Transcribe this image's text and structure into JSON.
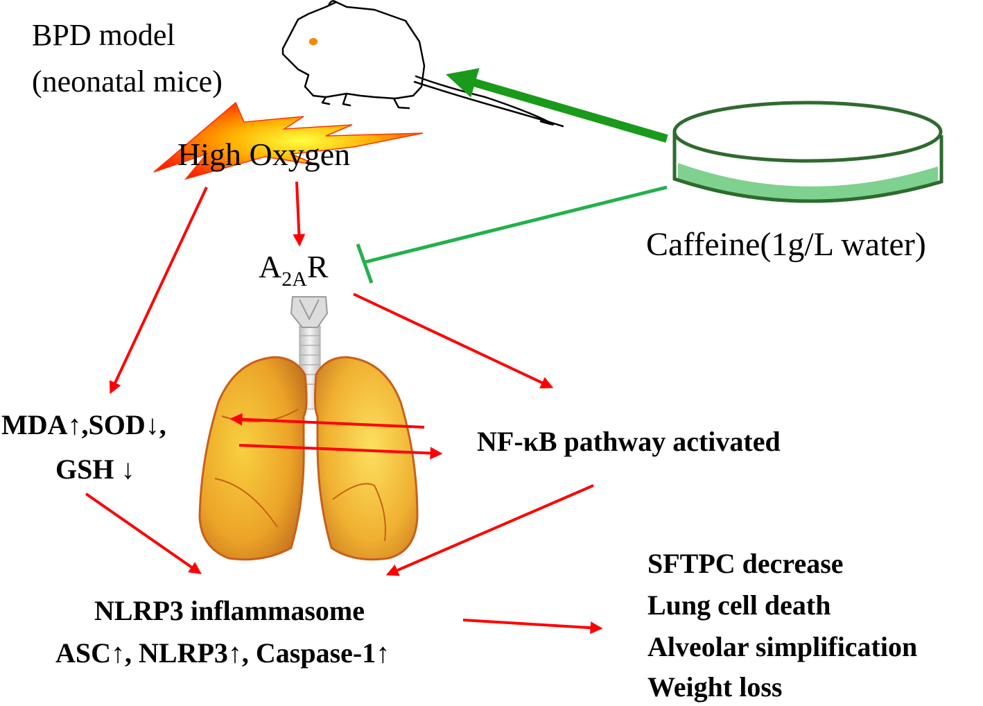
{
  "model": {
    "line1": "BPD model",
    "line2": "(neonatal mice)"
  },
  "stimulus": "High Oxygen",
  "receptor": {
    "base": "A",
    "sub": "2A",
    "suffix": "R"
  },
  "treatment": "Caffeine(1g/L water)",
  "oxidative": {
    "line1": "MDA↑,SOD↓,",
    "line2": "GSH ↓"
  },
  "pathway": "NF-κB pathway activated",
  "inflammasome": {
    "line1": "NLRP3 inflammasome",
    "line2": "ASC↑, NLRP3↑, Caspase-1↑"
  },
  "outcomes": [
    "SFTPC decrease",
    "Lung cell death",
    "Alveolar simplification",
    "Weight loss"
  ],
  "colors": {
    "activation_arrow": "#ff0000",
    "caffeine_arrow": "#1a9a1a",
    "inhibition_line": "#22b14c",
    "dish_liquid": "#7fd18f",
    "lung_fill": "#e8a020",
    "flash_fill": "#ff7a00"
  },
  "icons": [
    "mouse-icon",
    "lightning-bolt-icon",
    "petri-dish-icon",
    "lungs-icon"
  ]
}
